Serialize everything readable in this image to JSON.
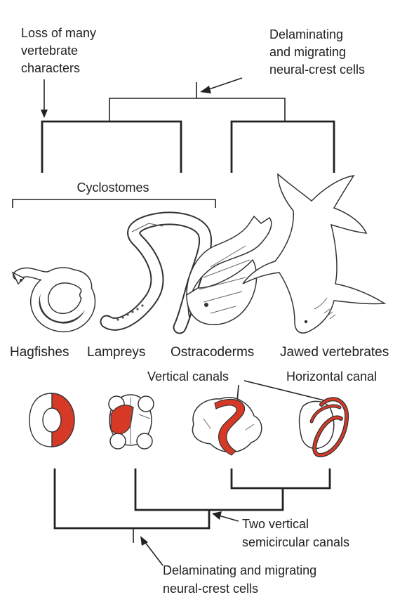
{
  "annotations": {
    "loss": [
      "Loss of many",
      "vertebrate",
      "characters"
    ],
    "top_neural_crest": [
      "Delaminating",
      "and migrating",
      "neural-crest cells"
    ],
    "bottom_neural_crest": [
      "Delaminating and migrating",
      "neural-crest cells"
    ],
    "two_vertical": [
      "Two vertical",
      "semicircular canals"
    ],
    "cyclostomes": "Cyclostomes",
    "vertical_canals": "Vertical canals",
    "horizontal_canal": "Horizontal canal"
  },
  "taxa": [
    "Hagfishes",
    "Lampreys",
    "Ostracoderms",
    "Jawed vertebrates"
  ],
  "colors": {
    "canal_red": "#d63a26",
    "line": "#222222",
    "background": "#ffffff"
  },
  "icons": [
    "hagfish-drawing",
    "lamprey-drawing",
    "ostracoderm-drawing",
    "shark-drawing",
    "inner-ear-hagfish",
    "inner-ear-lamprey",
    "inner-ear-ostracoderm",
    "inner-ear-jawed"
  ]
}
